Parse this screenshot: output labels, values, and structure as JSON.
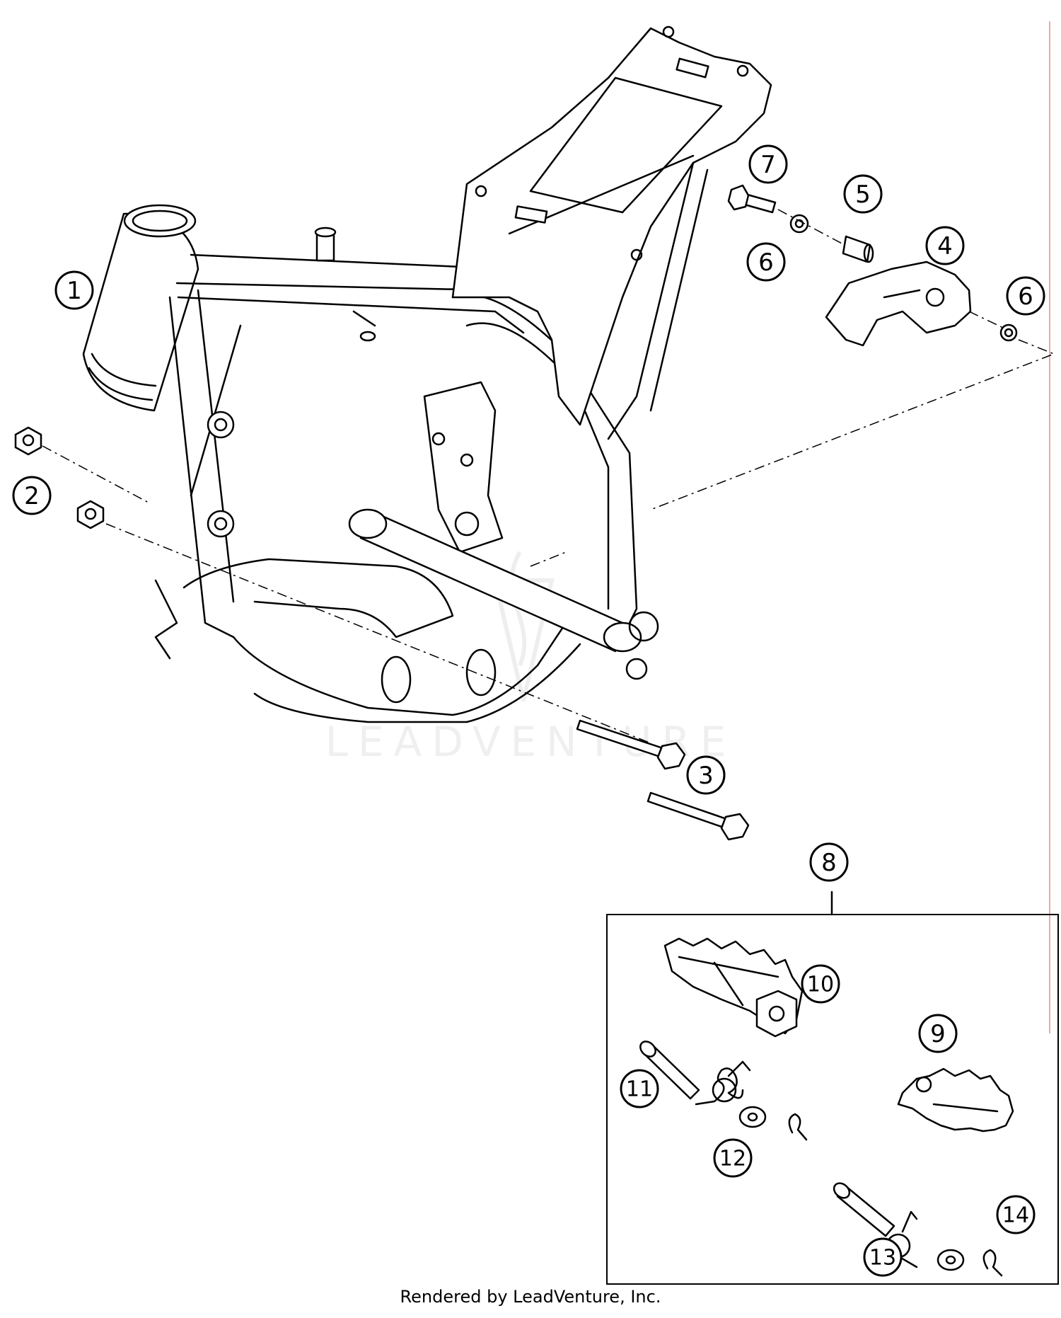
{
  "watermark": "LEADVENTURE",
  "footer": "Rendered by LeadVenture, Inc.",
  "callouts": [
    "1",
    "2",
    "3",
    "4",
    "5",
    "6",
    "6",
    "7",
    "8",
    "9",
    "10",
    "11",
    "12",
    "13",
    "14"
  ]
}
